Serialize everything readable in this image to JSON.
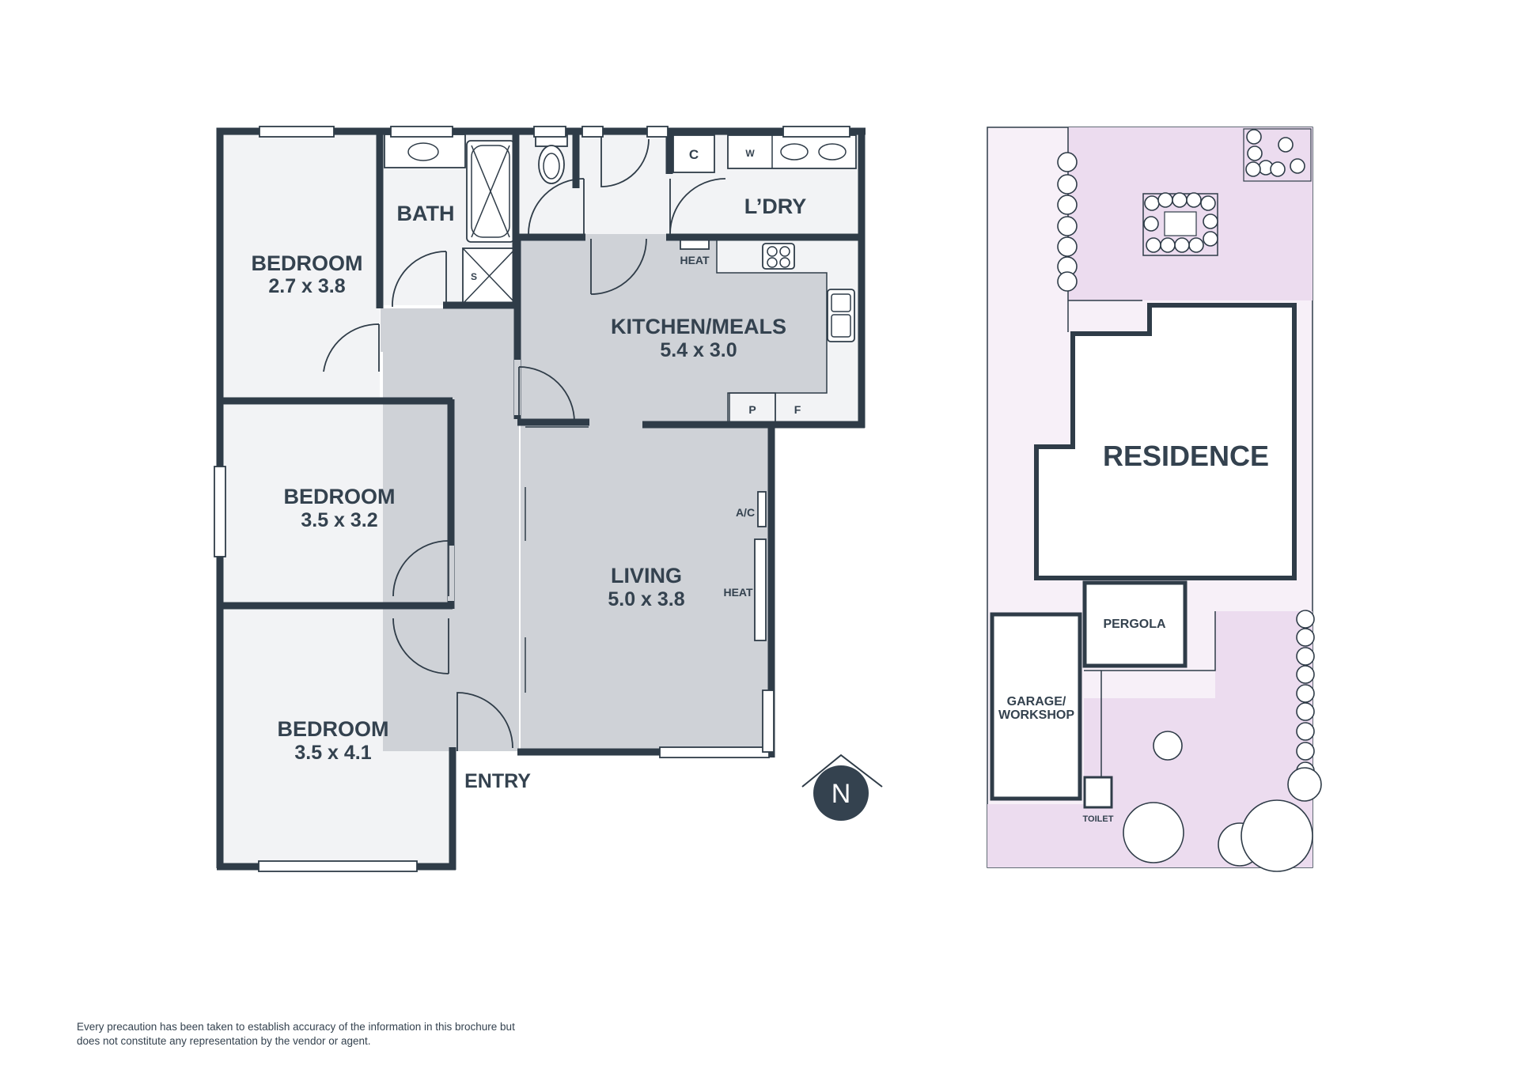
{
  "rooms": {
    "bedroom1": {
      "name": "BEDROOM",
      "dims": "2.7 x 3.8"
    },
    "bedroom2": {
      "name": "BEDROOM",
      "dims": "3.5 x 3.2"
    },
    "bedroom3": {
      "name": "BEDROOM",
      "dims": "3.5 x 4.1"
    },
    "bath": {
      "name": "BATH"
    },
    "laundry": {
      "name": "L’DRY"
    },
    "kitchen": {
      "name": "KITCHEN/MEALS",
      "dims": "5.4 x 3.0"
    },
    "living": {
      "name": "LIVING",
      "dims": "5.0 x 3.8"
    },
    "entry": {
      "name": "ENTRY"
    }
  },
  "fixtures": {
    "cupboard": "C",
    "washer": "W",
    "shower": "S",
    "heat_kitchen": "HEAT",
    "heat_living": "HEAT",
    "ac": "A/C",
    "pantry": "P",
    "fridge": "F"
  },
  "compass": {
    "label": "N"
  },
  "site": {
    "residence": "RESIDENCE",
    "pergola": "PERGOLA",
    "garage_line1": "GARAGE/",
    "garage_line2": "WORKSHOP",
    "toilet": "TOILET"
  },
  "colors": {
    "wall": "#2f3c48",
    "room_fill": "#f2f3f5",
    "hall_fill": "#cfd2d7",
    "garden": "#ecdcef",
    "path": "#f7f0f8"
  },
  "disclaimer": "Every precaution has been taken to establish accuracy of the information in this brochure but does not constitute any representation by the vendor or agent."
}
